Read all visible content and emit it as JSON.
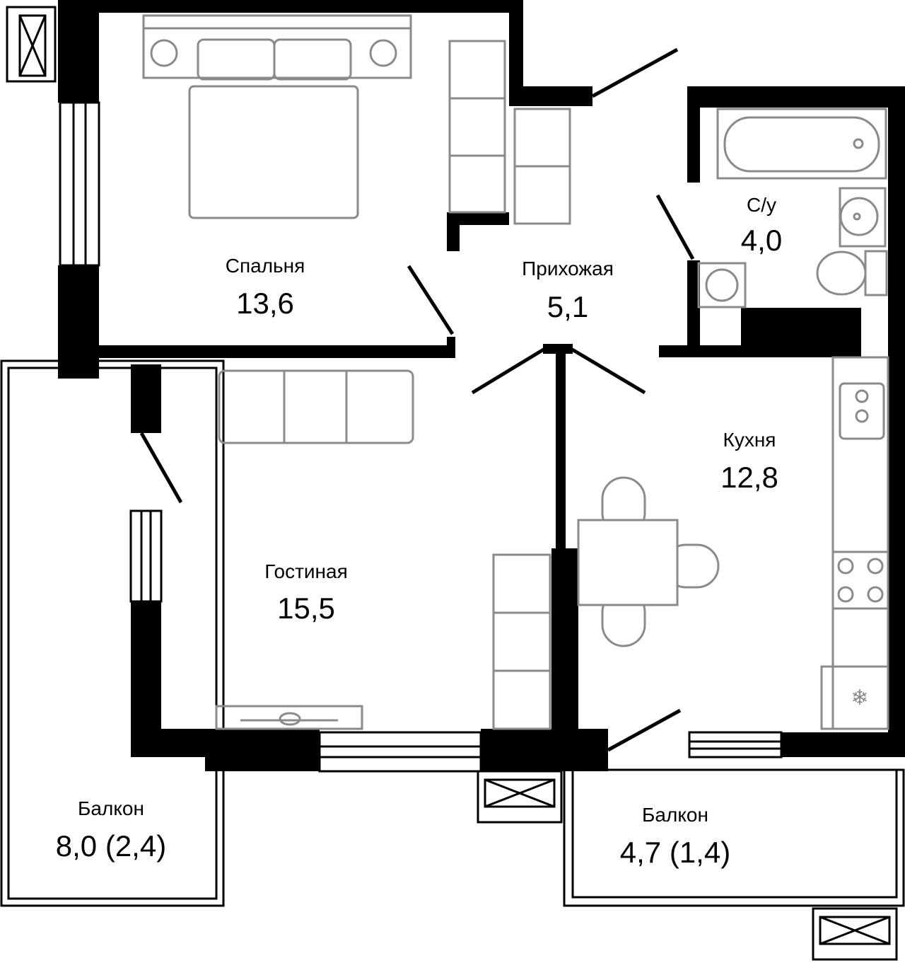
{
  "plan": {
    "rooms": [
      {
        "name": "Спальня",
        "area": "13,6"
      },
      {
        "name": "Прихожая",
        "area": "5,1"
      },
      {
        "name": "С/у",
        "area": "4,0"
      },
      {
        "name": "Кухня",
        "area": "12,8"
      },
      {
        "name": "Гостиная",
        "area": "15,5"
      },
      {
        "name": "Балкон",
        "area": "8,0 (2,4)"
      },
      {
        "name": "Балкон",
        "area": "4,7 (1,4)"
      }
    ]
  }
}
